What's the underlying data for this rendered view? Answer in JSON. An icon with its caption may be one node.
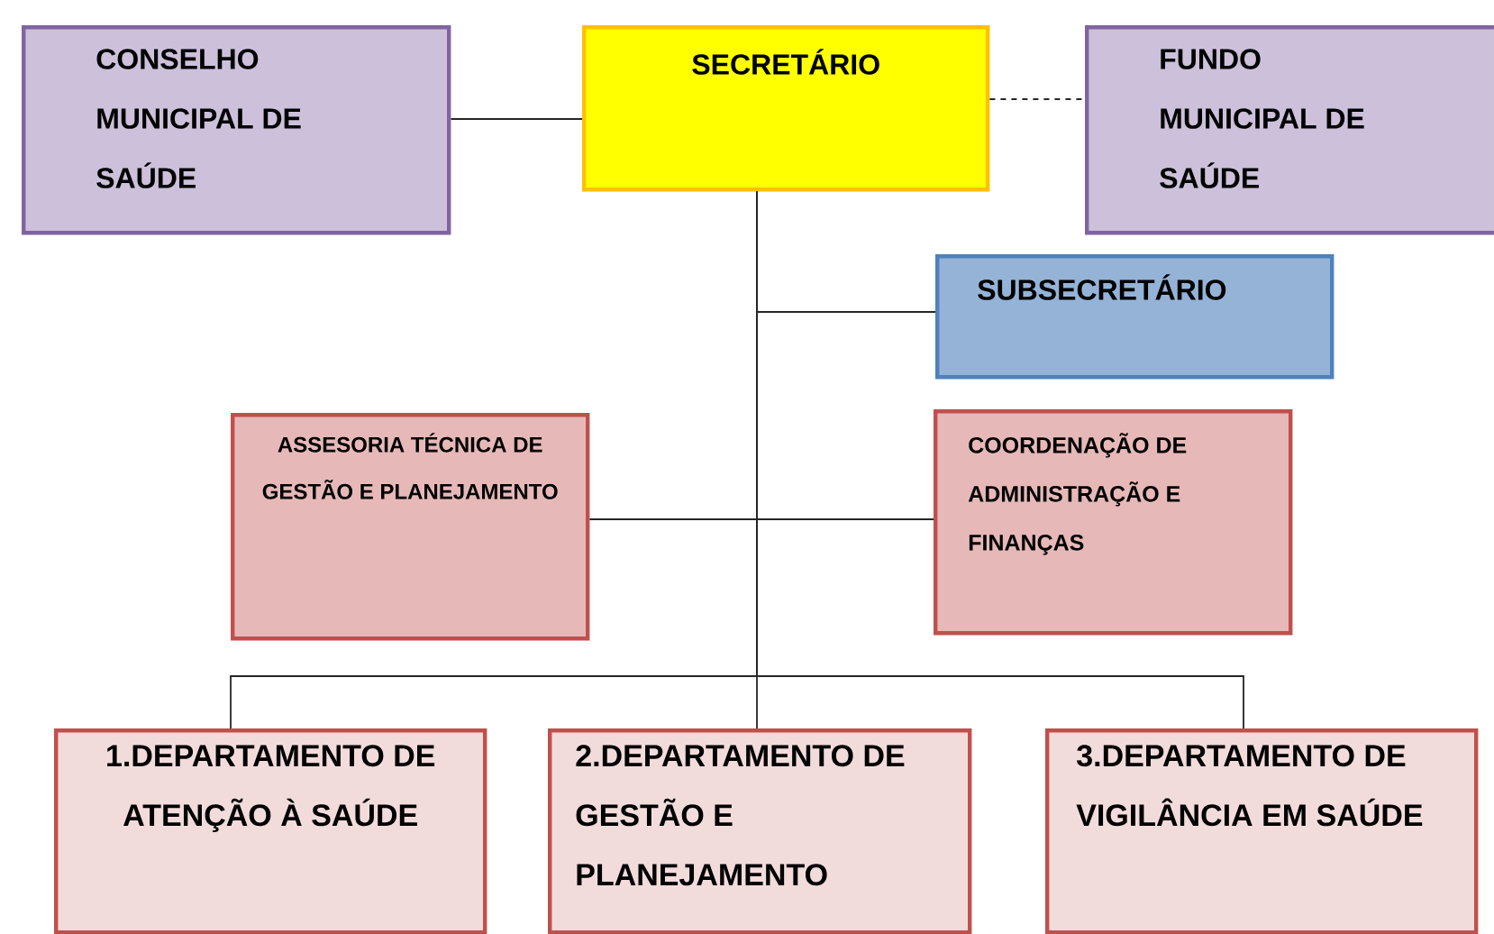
{
  "diagram": {
    "nodes": [
      {
        "text": [
          "CONSELHO MUNICIPAL DE SAÚDE"
        ]
      },
      {
        "text": [
          "SECRETÁRIO"
        ]
      },
      {
        "text": [
          "FUNDO MUNICIPAL DE SAÚDE"
        ]
      },
      {
        "text": [
          "SUBSECRETÁRIO"
        ]
      },
      {
        "text": [
          "ASSESORIA TÉCNICA DE GESTÃO E PLANEJAMENTO"
        ]
      },
      {
        "text": [
          "COORDENAÇÃO DE ADMINISTRAÇÃO E FINANÇAS"
        ]
      },
      {
        "text": [
          "1.DEPARTAMENTO DE ATENÇÃO À SAÚDE"
        ]
      },
      {
        "text": [
          "2.DEPARTAMENTO DE GESTÃO E PLANEJAMENTO"
        ]
      },
      {
        "text": [
          "3.DEPARTAMENTO DE VIGILÂNCIA EM SAÚDE"
        ]
      }
    ],
    "edges": [
      {
        "from": 0,
        "to": 1,
        "arrow": "none"
      },
      {
        "from": 1,
        "to": 2,
        "arrow": "none",
        "style": "dashed"
      },
      {
        "from": 1,
        "to": 3,
        "arrow": "none"
      },
      {
        "from": 1,
        "to": 4,
        "arrow": "none"
      },
      {
        "from": 1,
        "to": 5,
        "arrow": "none"
      },
      {
        "from": 1,
        "to": 6,
        "arrow": "none"
      },
      {
        "from": 1,
        "to": 7,
        "arrow": "none"
      },
      {
        "from": 1,
        "to": 8,
        "arrow": "none"
      }
    ]
  }
}
